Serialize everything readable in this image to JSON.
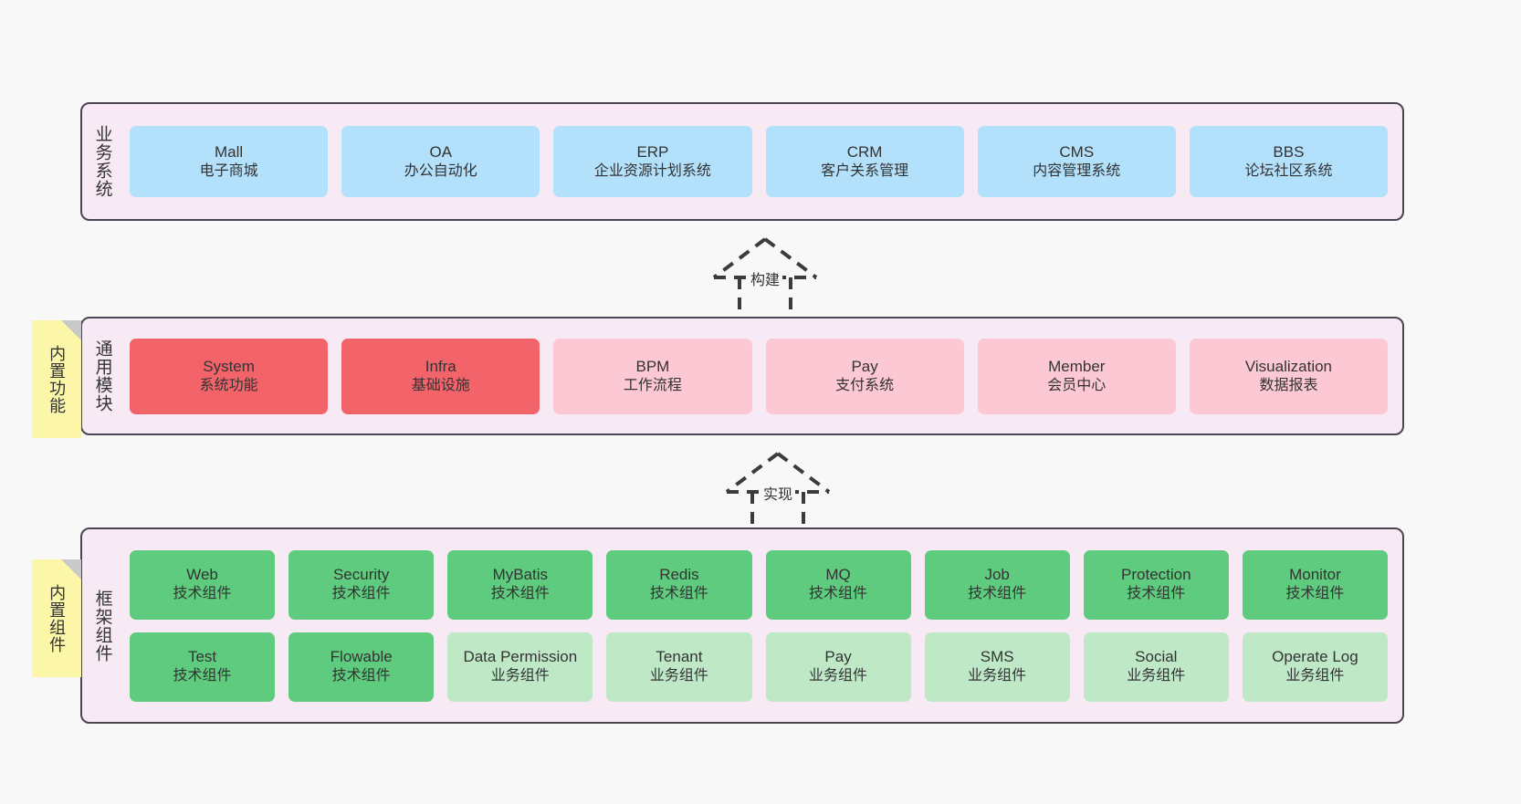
{
  "diagram": {
    "background_color": "#f8f8f8",
    "layer_fill": "#f8eaf4",
    "layer_border": "#4a4453",
    "note_color": "#fbf6a8"
  },
  "layers": {
    "business": {
      "title": "业务系统",
      "accent": "#b3e0fb",
      "cards": [
        {
          "en": "Mall",
          "cn": "电子商城"
        },
        {
          "en": "OA",
          "cn": "办公自动化"
        },
        {
          "en": "ERP",
          "cn": "企业资源计划系统"
        },
        {
          "en": "CRM",
          "cn": "客户关系管理"
        },
        {
          "en": "CMS",
          "cn": "内容管理系统"
        },
        {
          "en": "BBS",
          "cn": "论坛社区系统"
        }
      ]
    },
    "module": {
      "title": "通用模块",
      "note": "内置功能",
      "accent_strong": "#f2646a",
      "accent_soft": "#fcc8d3",
      "cards": [
        {
          "en": "System",
          "cn": "系统功能",
          "style": "red"
        },
        {
          "en": "Infra",
          "cn": "基础设施",
          "style": "red"
        },
        {
          "en": "BPM",
          "cn": "工作流程",
          "style": "pink"
        },
        {
          "en": "Pay",
          "cn": "支付系统",
          "style": "pink"
        },
        {
          "en": "Member",
          "cn": "会员中心",
          "style": "pink"
        },
        {
          "en": "Visualization",
          "cn": "数据报表",
          "style": "pink"
        }
      ]
    },
    "framework": {
      "title": "框架组件",
      "note": "内置组件",
      "accent_strong": "#5fcb7e",
      "accent_soft": "#bfe8c7",
      "row_tech": [
        {
          "en": "Web",
          "cn": "技术组件",
          "style": "green"
        },
        {
          "en": "Security",
          "cn": "技术组件",
          "style": "green"
        },
        {
          "en": "MyBatis",
          "cn": "技术组件",
          "style": "green"
        },
        {
          "en": "Redis",
          "cn": "技术组件",
          "style": "green"
        },
        {
          "en": "MQ",
          "cn": "技术组件",
          "style": "green"
        },
        {
          "en": "Job",
          "cn": "技术组件",
          "style": "green"
        },
        {
          "en": "Protection",
          "cn": "技术组件",
          "style": "green"
        },
        {
          "en": "Monitor",
          "cn": "技术组件",
          "style": "green"
        }
      ],
      "row_business": [
        {
          "en": "Test",
          "cn": "技术组件",
          "style": "green"
        },
        {
          "en": "Flowable",
          "cn": "技术组件",
          "style": "green"
        },
        {
          "en": "Data Permission",
          "cn": "业务组件",
          "style": "lightgreen"
        },
        {
          "en": "Tenant",
          "cn": "业务组件",
          "style": "lightgreen"
        },
        {
          "en": "Pay",
          "cn": "业务组件",
          "style": "lightgreen"
        },
        {
          "en": "SMS",
          "cn": "业务组件",
          "style": "lightgreen"
        },
        {
          "en": "Social",
          "cn": "业务组件",
          "style": "lightgreen"
        },
        {
          "en": "Operate Log",
          "cn": "业务组件",
          "style": "lightgreen"
        }
      ]
    }
  },
  "arrows": [
    {
      "label": "构建",
      "from": "module",
      "to": "business"
    },
    {
      "label": "实现",
      "from": "framework",
      "to": "module"
    }
  ]
}
